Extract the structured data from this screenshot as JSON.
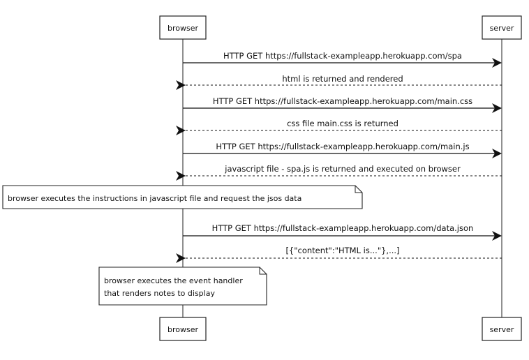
{
  "participants": {
    "browser": "browser",
    "server": "server"
  },
  "messages": [
    {
      "text": "HTTP GET https://fullstack-exampleapp.herokuapp.com/spa",
      "direction": "right",
      "style": "solid"
    },
    {
      "text": "html is returned and rendered",
      "direction": "left",
      "style": "dashed"
    },
    {
      "text": "HTTP GET https://fullstack-exampleapp.herokuapp.com/main.css",
      "direction": "right",
      "style": "solid"
    },
    {
      "text": "css file main.css is returned",
      "direction": "left",
      "style": "dashed"
    },
    {
      "text": "HTTP GET https://fullstack-exampleapp.herokuapp.com/main.js",
      "direction": "right",
      "style": "solid"
    },
    {
      "text": "javascript file - spa.js is returned and executed on browser",
      "direction": "left",
      "style": "dashed"
    },
    {
      "text": "HTTP GET https://fullstack-exampleapp.herokuapp.com/data.json",
      "direction": "right",
      "style": "solid"
    },
    {
      "text": "[{\"content\":\"HTML is...\"},...]",
      "direction": "left",
      "style": "dashed"
    }
  ],
  "notes": [
    {
      "lines": [
        "browser executes the instructions in javascript file and request the jsos data"
      ]
    },
    {
      "lines": [
        "browser executes the event handler",
        "that renders notes to display"
      ]
    }
  ]
}
